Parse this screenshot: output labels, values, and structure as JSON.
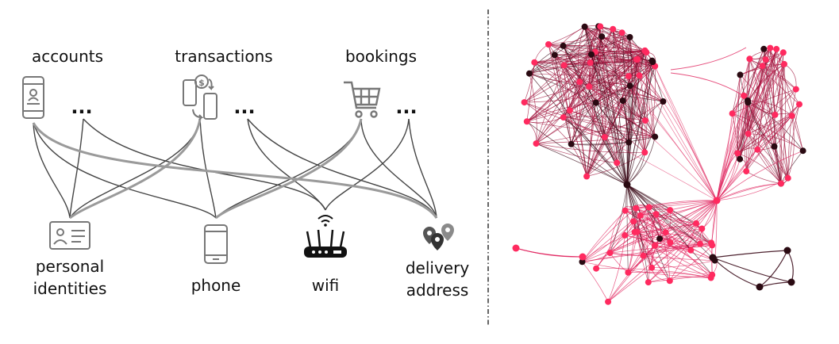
{
  "top_labels": {
    "accounts": "accounts",
    "transactions": "transactions",
    "bookings": "bookings"
  },
  "ellipsis": "...",
  "bottom_labels": {
    "personal_line1": "personal",
    "personal_line2": "identities",
    "phone": "phone",
    "wifi": "wifi",
    "delivery_line1": "delivery",
    "delivery_line2": "address"
  },
  "colors": {
    "edge_dark": "#444444",
    "edge_light": "#9a9a9a",
    "icon": "#777777",
    "graph_edge_pink": "#e0245e",
    "graph_edge_crimson": "#a0153e",
    "graph_edge_dark": "#3a0a18",
    "graph_node_pink": "#ff2a5f",
    "graph_node_dark": "#2a0a12",
    "divider": "#333333"
  },
  "icons": [
    "smartphone-account-icon",
    "transaction-phones-icon",
    "shopping-cart-icon",
    "id-card-icon",
    "phone-icon",
    "wifi-router-icon",
    "location-pin-icon"
  ]
}
